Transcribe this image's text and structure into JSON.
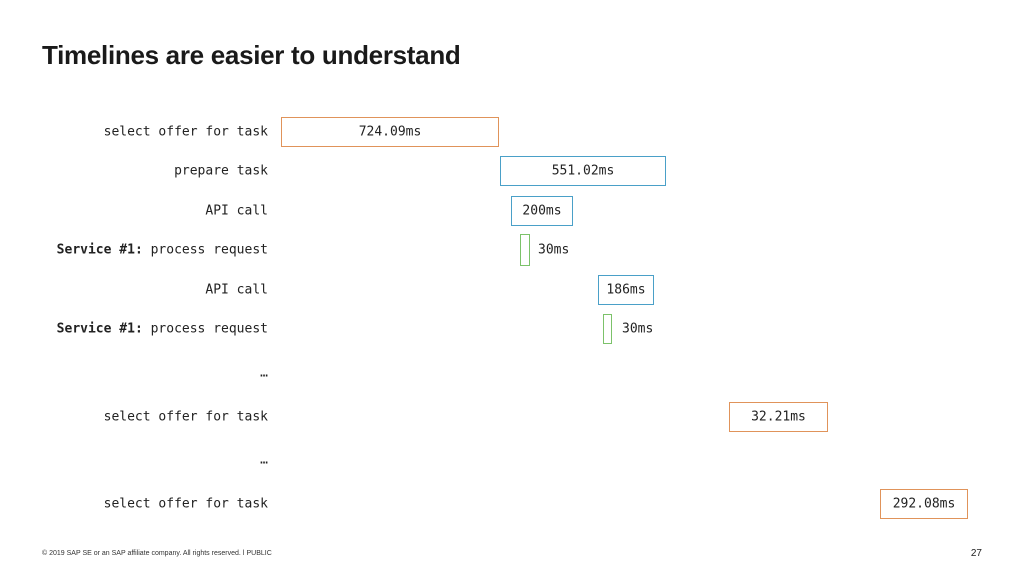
{
  "slide": {
    "title": "Timelines are easier to understand",
    "footer": "© 2019 SAP SE or an SAP affiliate company. All rights reserved.  ǀ  PUBLIC",
    "page_number": "27"
  },
  "rows": [
    {
      "prefix": "",
      "label": "select offer for task",
      "duration": "724.09ms",
      "color": "#e0935a"
    },
    {
      "prefix": "",
      "label": "prepare task",
      "duration": "551.02ms",
      "color": "#4aa0c8"
    },
    {
      "prefix": "",
      "label": "API call",
      "duration": "200ms",
      "color": "#4aa0c8"
    },
    {
      "prefix": "Service #1:",
      "label": "process request",
      "duration": "30ms",
      "color": "#7cc26a"
    },
    {
      "prefix": "",
      "label": "API call",
      "duration": "186ms",
      "color": "#4aa0c8"
    },
    {
      "prefix": "Service #1:",
      "label": "process request",
      "duration": "30ms",
      "color": "#7cc26a"
    },
    {
      "prefix": "",
      "label": "…",
      "duration": "",
      "color": ""
    },
    {
      "prefix": "",
      "label": "select offer for task",
      "duration": "32.21ms",
      "color": "#e0935a"
    },
    {
      "prefix": "",
      "label": "…",
      "duration": "",
      "color": ""
    },
    {
      "prefix": "",
      "label": "select offer for task",
      "duration": "292.08ms",
      "color": "#e0935a"
    }
  ]
}
